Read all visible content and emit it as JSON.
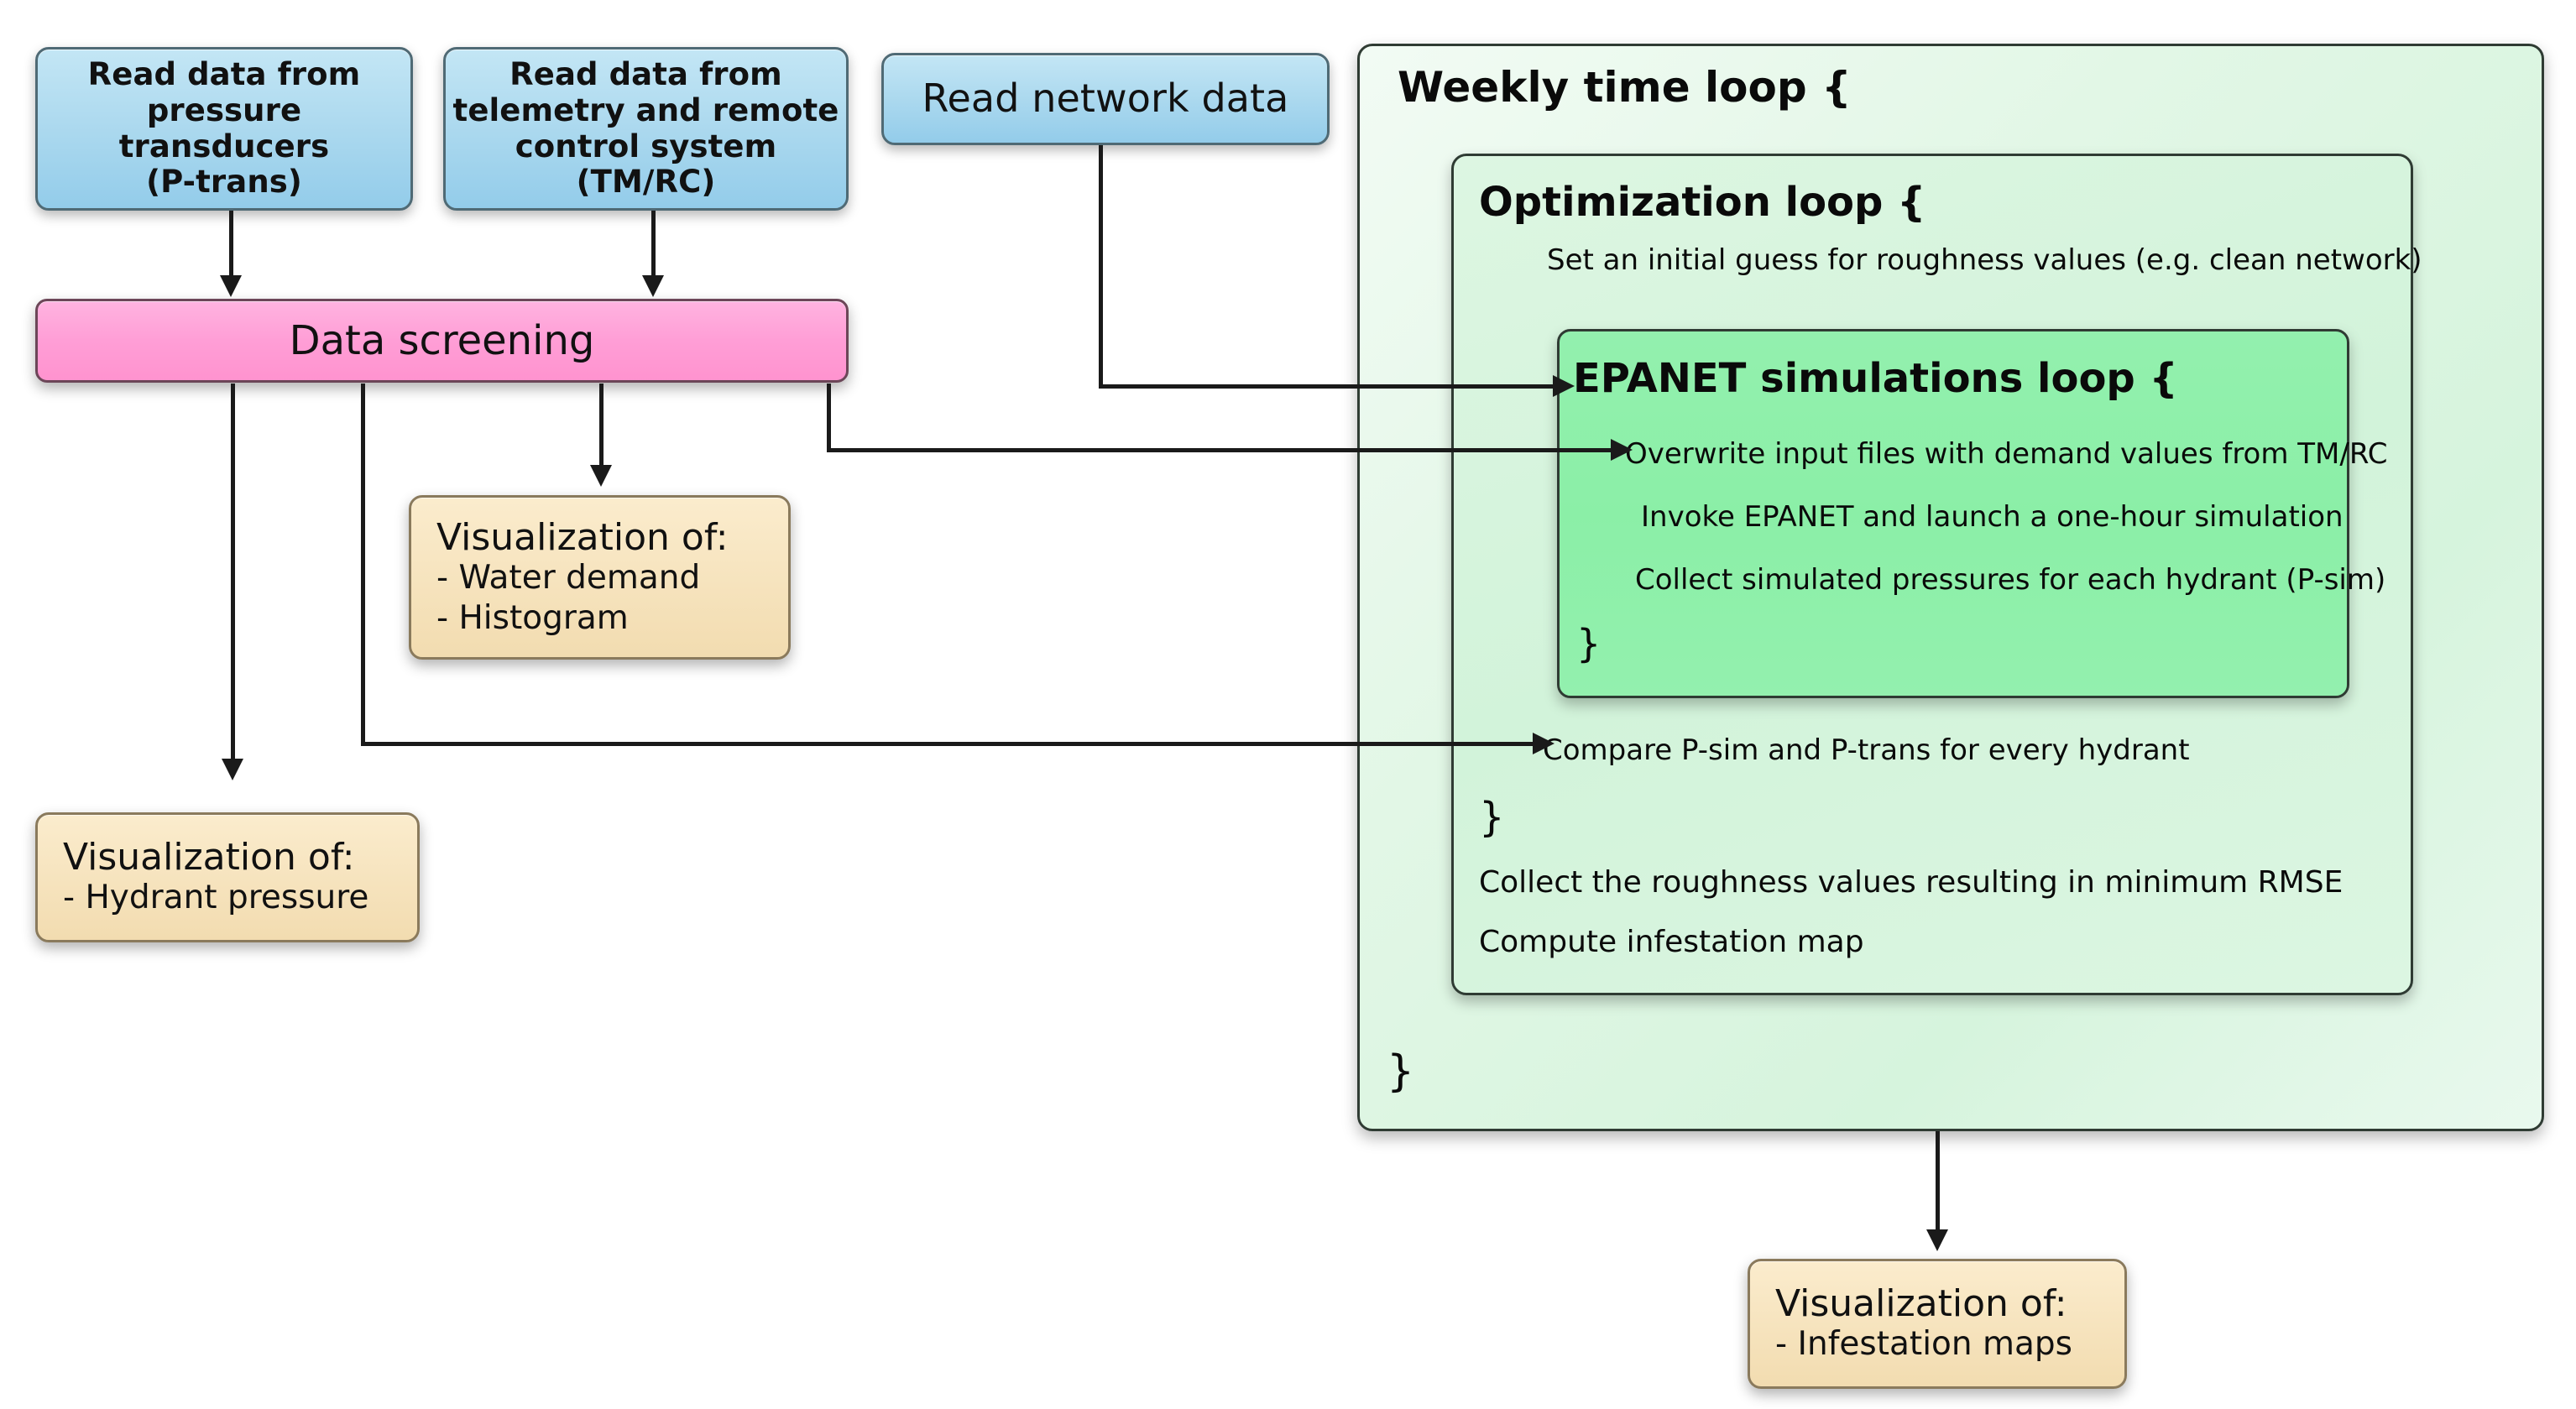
{
  "diagram": {
    "title": "Water network roughness calibration workflow",
    "colors": {
      "input_blue": "#aedaef",
      "process_pink": "#ff9ed6",
      "output_beige": "#f6e3bd",
      "loop_outer_green": "#e2f7e6",
      "loop_mid_green": "#d2f3da",
      "loop_inner_green": "#8befa7",
      "stroke": "#2f3b33",
      "connector": "#1a1a1a"
    }
  },
  "inputs": {
    "pressure_transducers": {
      "lines": [
        "Read data from",
        "pressure transducers",
        "(P-trans)"
      ]
    },
    "telemetry": {
      "lines": [
        "Read data from",
        "telemetry and remote",
        "control system (TM/RC)"
      ]
    },
    "network": {
      "lines": [
        "Read network data"
      ]
    }
  },
  "process": {
    "data_screening": "Data screening"
  },
  "visualizations": {
    "demand": {
      "title": "Visualization of:",
      "items": [
        "- Water demand",
        "- Histogram"
      ]
    },
    "hydrant_pressure": {
      "title": "Visualization of:",
      "items": [
        "- Hydrant pressure"
      ]
    },
    "infestation": {
      "title": "Visualization of:",
      "items": [
        "- Infestation maps"
      ]
    }
  },
  "weekly_loop": {
    "header": "Weekly time loop {",
    "close_brace": "}"
  },
  "optimization_loop": {
    "header": "Optimization loop {",
    "initial_guess": "Set an initial guess for roughness values (e.g. clean network)",
    "compare": "Compare P-sim and P-trans for every hydrant",
    "close_brace": "}",
    "collect_roughness": "Collect the roughness values resulting in minimum RMSE",
    "compute_map": "Compute infestation map"
  },
  "epanet_loop": {
    "header": "EPANET simulations loop {",
    "steps": [
      "Overwrite input files with demand values from TM/RC",
      "Invoke EPANET and launch a one-hour simulation",
      "Collect simulated pressures for each hydrant (P-sim)"
    ],
    "close_brace": "}"
  }
}
